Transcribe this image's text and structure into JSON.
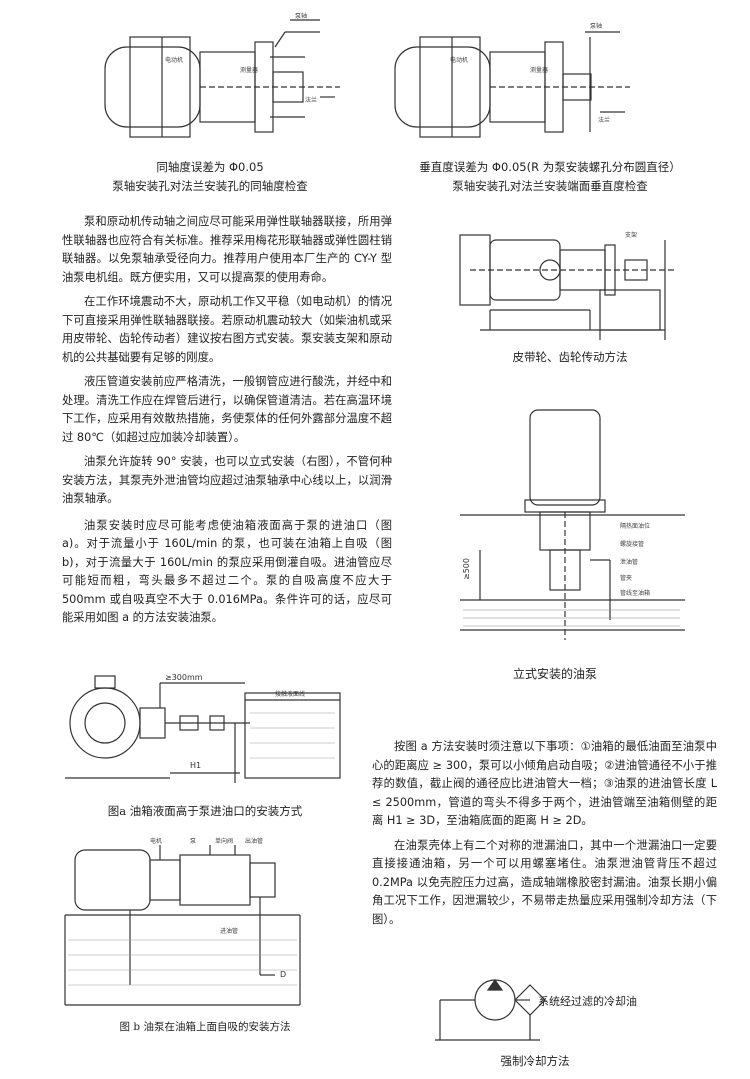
{
  "figures": {
    "coaxial": {
      "labels": [
        "电动机",
        "测量器",
        "泵轴",
        "法兰"
      ],
      "caption_line1": "同轴度误差为 Φ0.05",
      "caption_line2": "泵轴安装孔对法兰安装孔的同轴度检查"
    },
    "perpendicular": {
      "labels": [
        "电动机",
        "测量器",
        "泵轴",
        "法兰"
      ],
      "caption_line1": "垂直度误差为 Φ0.05(R 为泵安装螺孔分布圆直径）",
      "caption_line2": "泵轴安装孔对法兰安装端面垂直度检查"
    },
    "belt": {
      "label": "支架",
      "caption": "皮带轮、齿轮传动方法"
    },
    "vertical": {
      "labels": [
        "隔热面油位",
        "螺旋接管",
        "泄油管",
        "管夹",
        "管线至油箱"
      ],
      "dim": "≥500",
      "caption": "立式安装的油泵"
    },
    "fig_a": {
      "dim_top": "≥300mm",
      "dim_h1": "H1",
      "label": "接触液面线",
      "caption": "图a  油箱液面高于泵进油口的安装方式"
    },
    "fig_b": {
      "labels": [
        "电机",
        "泵",
        "单向阀",
        "出油管"
      ],
      "dim_d": "D",
      "label_pipe": "进油管",
      "caption": "图 b  油泵在油箱上面自吸的安装方法"
    },
    "cooling": {
      "label": "系统经过滤的冷却油",
      "caption": "强制冷却方法"
    }
  },
  "text": {
    "p1": "泵和原动机传动轴之间应尽可能采用弹性联轴器联接，所用弹性联轴器也应符合有关标准。推荐采用梅花形联轴器或弹性圆柱销联轴器。以免泵轴承受径向力。推荐用户使用本厂生产的 CY-Y 型油泵电机组。既方便实用，又可以提高泵的使用寿命。",
    "p2": "在工作环境震动不大，原动机工作又平稳（如电动机）的情况下可直接采用弹性联轴器联接。若原动机震动较大（如柴油机或采用皮带轮、齿轮传动者）建议按右图方式安装。泵安装支架和原动机的公共基础要有足够的刚度。",
    "p3": "液压管道安装前应严格清洗，一般钢管应进行酸洗，并经中和处理。清洗工作应在焊管后进行，以确保管道清洁。若在高温环境下工作，应采用有效散热措施，务使泵体的任何外露部分温度不超过 80℃（如超过应加装冷却装置）。",
    "p4": "油泵允许旋转 90° 安装，也可以立式安装（右图），不管何种安装方法，其泵壳外泄油管均应超过油泵轴承中心线以上，以润滑油泵轴承。",
    "p5": "油泵安装时应尽可能考虑使油箱液面高于泵的进油口（图 a)。对于流量小于 160L/min 的泵，也可装在油箱上自吸（图 b)，对于流量大于 160L/min 的泵应采用倒灌自吸。进油管应尽可能短而粗，弯头最多不超过二个。泵的自吸高度不应大于 500mm 或自吸真空不大于 0.016MPa。条件许可的话，应尽可能采用如图 a 的方法安装油泵。",
    "p6": "按图 a 方法安装时须注意以下事项：①油箱的最低油面至油泵中心的距离应 ≥ 300，泵可以小倾角启动自吸；②进油管通径不小于推荐的数值，截止阀的通径应比进油管大一档；③油泵的进油管长度 L ≤ 2500mm，管道的弯头不得多于两个，进油管端至油箱侧壁的距离 H1 ≥ 3D，至油箱底面的距离 H ≥ 2D。",
    "p7": "在油泵壳体上有二个对称的泄漏油口，其中一个泄漏油口一定要直接接通油箱，另一个可以用螺塞堵住。油泵泄油管背压不超过 0.2MPa 以免壳腔压力过高，造成轴端橡胶密封漏油。油泵长期小偏角工况下工作，因泄漏较少，不易带走热量应采用强制冷却方法（下图）。"
  }
}
